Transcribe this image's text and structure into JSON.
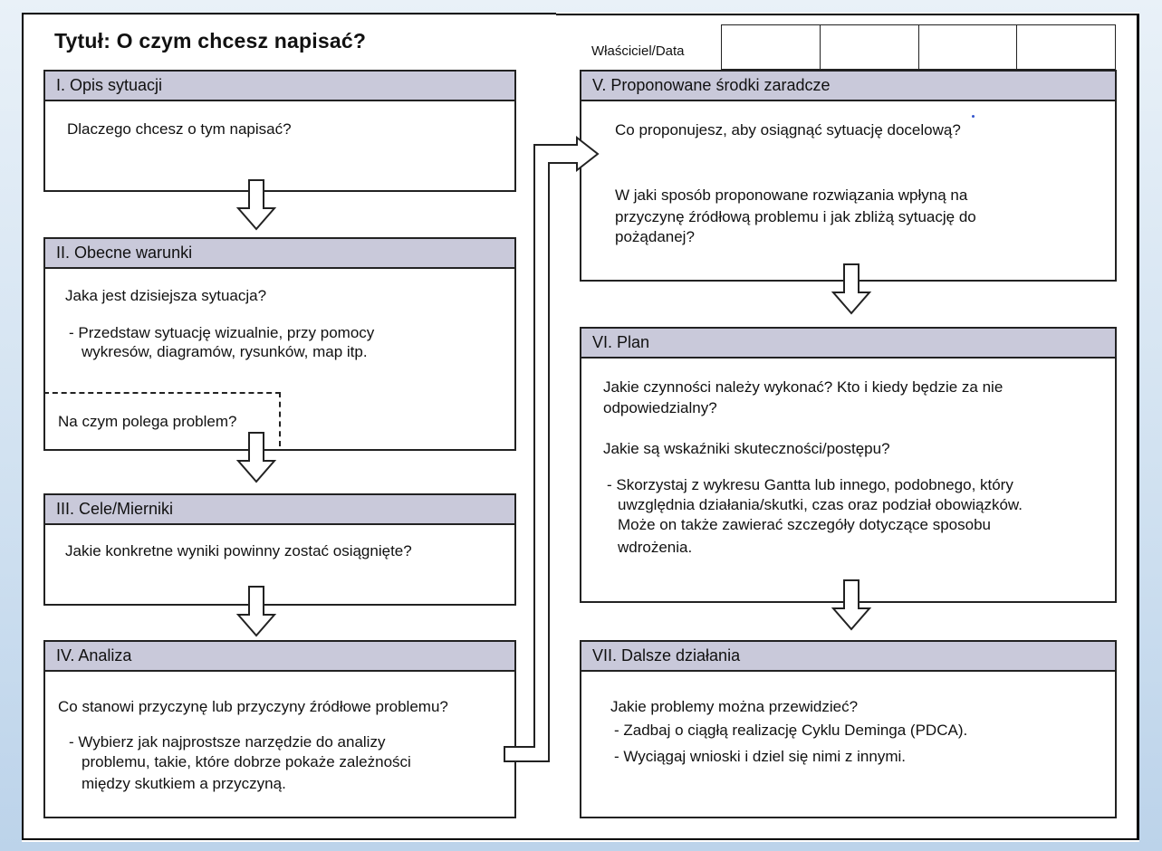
{
  "title": "Tytuł: O czym chcesz napisać?",
  "owner": {
    "label": "Właściciel/Data"
  },
  "sections": {
    "s1": {
      "header": "I. Opis sytuacji",
      "lines": [
        "Dlaczego chcesz o tym napisać?"
      ]
    },
    "s2": {
      "header": "II. Obecne warunki",
      "lines": [
        "Jaka jest dzisiejsza sytuacja?",
        "- Przedstaw sytuację wizualnie, przy pomocy",
        "wykresów, diagramów, rysunków, map itp.",
        "Na czym polega problem?"
      ]
    },
    "s3": {
      "header": "III. Cele/Mierniki",
      "lines": [
        "Jakie konkretne wyniki powinny zostać osiągnięte?"
      ]
    },
    "s4": {
      "header": "IV. Analiza",
      "lines": [
        "Co stanowi przyczynę lub przyczyny źródłowe problemu?",
        "- Wybierz jak najprostsze narzędzie do analizy",
        "problemu, takie, które dobrze pokaże zależności",
        "między skutkiem a przyczyną."
      ]
    },
    "s5": {
      "header": "V. Proponowane środki zaradcze",
      "lines": [
        "Co proponujesz, aby osiągnąć sytuację docelową?",
        "W jaki sposób proponowane rozwiązania wpłyną na",
        "przyczynę źródłową problemu i jak zbliżą sytuację do",
        "pożądanej?"
      ]
    },
    "s6": {
      "header": "VI. Plan",
      "lines": [
        "Jakie czynności należy wykonać? Kto i kiedy będzie za nie",
        "odpowiedzialny?",
        "Jakie są wskaźniki skuteczności/postępu?",
        "- Skorzystaj z wykresu Gantta lub innego, podobnego, który",
        "uwzględnia działania/skutki, czas oraz podział obowiązków.",
        "Może on także zawierać szczegóły dotyczące sposobu",
        "wdrożenia."
      ]
    },
    "s7": {
      "header": "VII. Dalsze działania",
      "lines": [
        "Jakie problemy można przewidzieć?",
        "- Zadbaj o ciągłą realizację Cyklu Deminga (PDCA).",
        "- Wyciągaj wnioski i dziel się nimi z innymi."
      ]
    }
  }
}
